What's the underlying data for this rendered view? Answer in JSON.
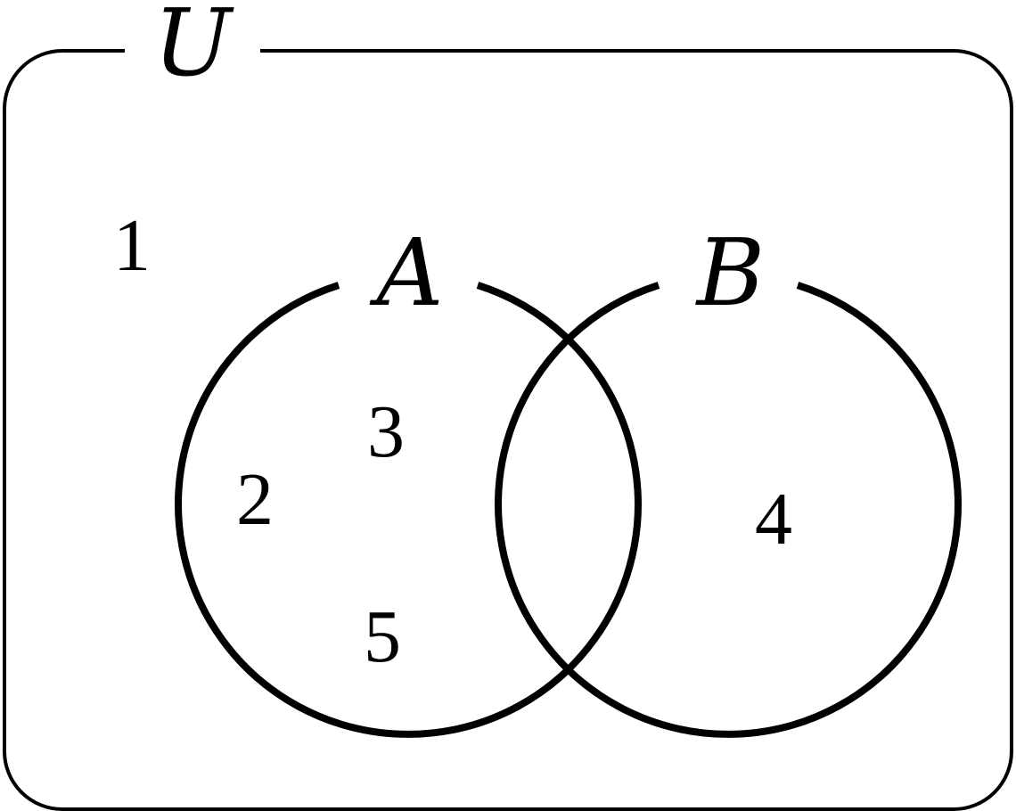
{
  "diagram": {
    "universe": {
      "label": "U"
    },
    "sets": [
      {
        "label": "A"
      },
      {
        "label": "B"
      }
    ],
    "regions": {
      "outside": [
        "1"
      ],
      "a_only": [
        "3",
        "2",
        "5"
      ],
      "b_only": [
        "4"
      ],
      "both": []
    },
    "colors": {
      "stroke": "#000000",
      "background": "#ffffff"
    }
  }
}
